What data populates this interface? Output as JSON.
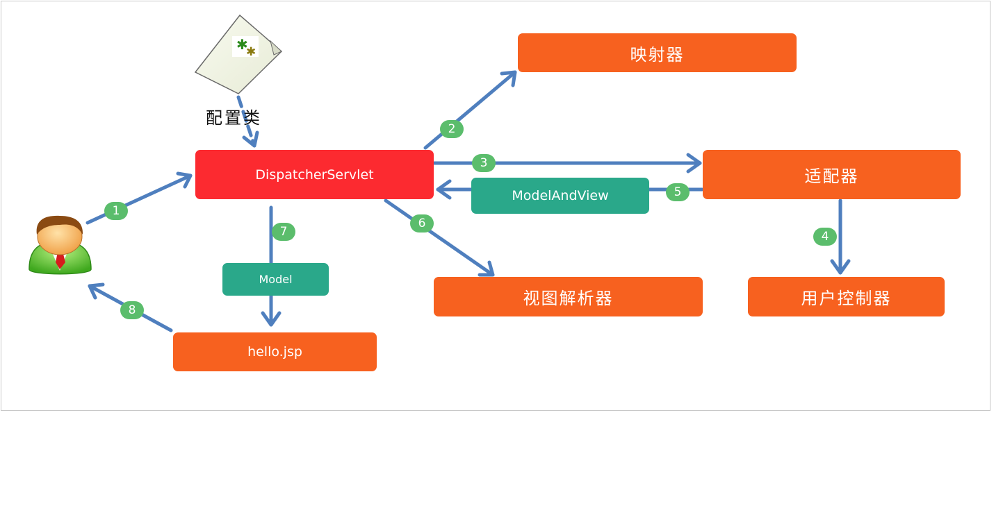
{
  "colors": {
    "box_orange": "#f7611f",
    "box_red": "#fc2a30",
    "box_teal": "#2aa88a",
    "arrow_blue": "#4f7fbe",
    "step_green": "#5bbd6c"
  },
  "config_file": {
    "icon": "document-icon",
    "label": "配置类"
  },
  "user": {
    "icon": "user-icon"
  },
  "nodes": {
    "dispatcher": "DispatcherServlet",
    "mapper": "映射器",
    "adapter": "适配器",
    "controller": "用户控制器",
    "view_resolver": "视图解析器",
    "view": "hello.jsp",
    "model_and_view": "ModelAndView",
    "model": "Model"
  },
  "steps": [
    "1",
    "2",
    "3",
    "4",
    "5",
    "6",
    "7",
    "8"
  ]
}
